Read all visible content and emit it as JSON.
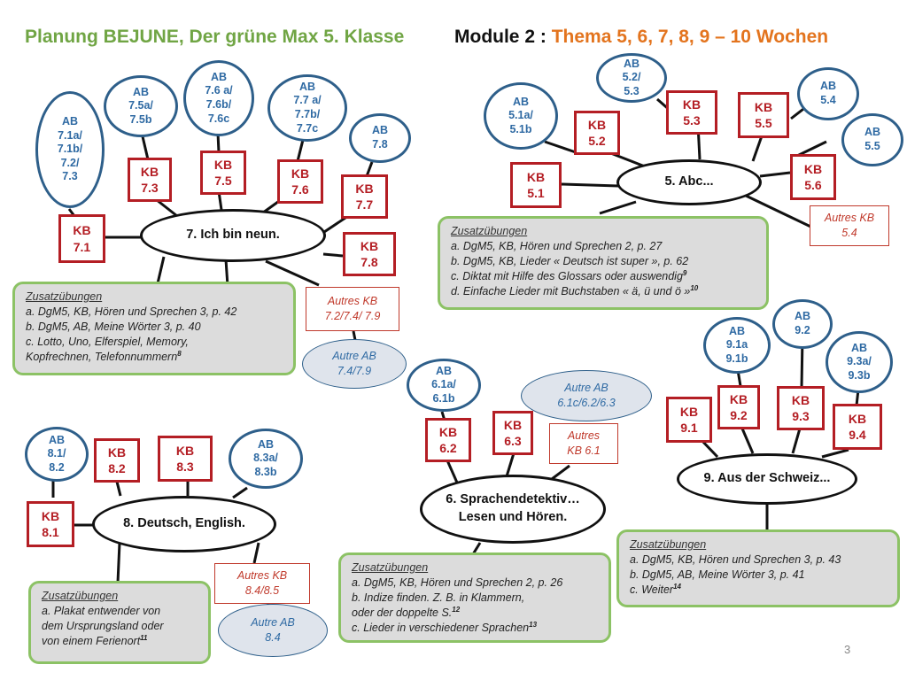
{
  "titles": {
    "left": "Planung BEJUNE, Der grüne Max 5. Klasse",
    "module": "Module 2 :",
    "theme": "Thema 5, 6, 7, 8, 9 – 10 Wochen"
  },
  "page_number": "3",
  "nodes": {
    "t7": "7. Ich bin neun.",
    "ab71": "AB\n7.1a/\n7.1b/\n7.2/\n7.3",
    "ab75": "AB\n7.5a/\n7.5b",
    "ab76": "AB\n7.6 a/\n7.6b/\n7.6c",
    "ab77": "AB\n7.7 a/\n7.7b/\n7.7c",
    "ab78": "AB\n7.8",
    "kb71": "KB\n7.1",
    "kb73": "KB\n7.3",
    "kb75": "KB\n7.5",
    "kb76": "KB\n7.6",
    "kb77": "KB\n7.7",
    "kb78": "KB\n7.8",
    "akb7": "Autres KB\n7.2/7.4/ 7.9",
    "aab7": "Autre AB\n7.4/7.9",
    "t5": "5. Abc...",
    "ab51": "AB\n5.1a/\n5.1b",
    "ab52": "AB\n5.2/\n5.3",
    "ab54": "AB\n5.4",
    "ab55": "AB\n5.5",
    "kb51": "KB\n5.1",
    "kb52": "KB\n5.2",
    "kb53": "KB\n5.3",
    "kb55": "KB\n5.5",
    "kb56": "KB\n5.6",
    "akb5": "Autres KB\n5.4",
    "t6": "6. Sprachendetektiv…\nLesen und Hören.",
    "ab61": "AB\n6.1a/\n6.1b",
    "kb62": "KB\n6.2",
    "kb63": "KB\n6.3",
    "aab6": "Autre AB\n6.1c/6.2/6.3",
    "akb6": "Autres\nKB 6.1",
    "t8": "8. Deutsch, English.",
    "ab81": "AB\n8.1/\n8.2",
    "ab83": "AB\n8.3a/\n8.3b",
    "kb81": "KB\n8.1",
    "kb82": "KB\n8.2",
    "kb83": "KB\n8.3",
    "akb8": "Autres KB\n8.4/8.5",
    "aab8": "Autre AB\n8.4",
    "t9": "9. Aus der Schweiz...",
    "ab91": "AB\n9.1a\n9.1b",
    "ab92": "AB\n9.2",
    "ab93": "AB\n9.3a/\n9.3b",
    "kb91": "KB\n9.1",
    "kb92": "KB\n9.2",
    "kb93": "KB\n9.3",
    "kb94": "KB\n9.4"
  },
  "zusatz": {
    "title": "Zusatzübungen",
    "z7": {
      "items": [
        "a. DgM5, KB, Hören und Sprechen 3, p. 42",
        "b. DgM5, AB, Meine Wörter 3, p. 40",
        "c. Lotto, Uno, Elferspiel, Memory,\n      Kopfrechnen, Telefonnummern"
      ],
      "sup": "8"
    },
    "z5": {
      "items": [
        "a. DgM5, KB, Hören und Sprechen 2, p. 27",
        "b. DgM5, KB, Lieder « Deutsch ist super », p. 62"
      ],
      "item_c": "c. Diktat mit Hilfe des Glossars  oder auswendig",
      "sup_c": "9",
      "item_d": "d. Einfache Lieder mit Buchstaben  « ä, ü und ö »",
      "sup_d": "10"
    },
    "z6": {
      "item_a": "a. DgM5, KB, Hören und Sprechen 2, p. 26",
      "item_b": "b. Indize finden. Z. B. in Klammern,\n    oder der doppelte S.",
      "sup_b": "12",
      "item_c": "c. Lieder in verschiedener Sprachen",
      "sup_c": "13"
    },
    "z8": {
      "item_a": "a.   Plakat entwender von\ndem Ursprungsland oder\nvon einem Ferienort",
      "sup_a": "11"
    },
    "z9": {
      "items": [
        "a.   DgM5, KB, Hören und Sprechen 3, p. 43",
        "b.   DgM5, AB, Meine Wörter  3, p. 41"
      ],
      "item_c": "c.   Weiter",
      "sup_c": "14"
    }
  },
  "colors": {
    "title_green": "#70a544",
    "theme_orange": "#e3741e",
    "kb_red": "#b41e24",
    "ab_blue": "#2f6aa3",
    "box_green_border": "#8cc265",
    "box_grey": "#dcdcdc"
  }
}
